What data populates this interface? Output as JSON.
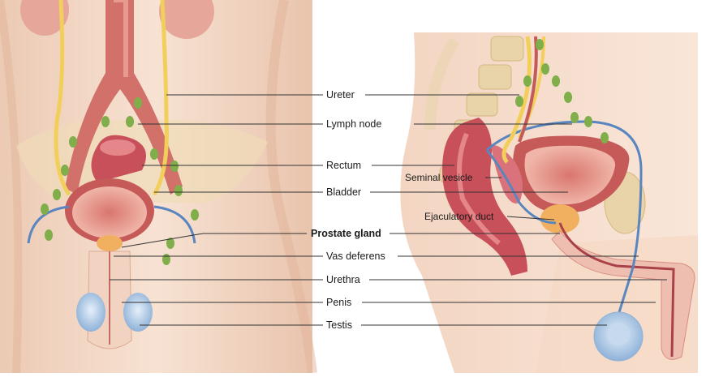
{
  "labels": {
    "ureter": "Ureter",
    "lymph_node": "Lymph node",
    "rectum": "Rectum",
    "bladder": "Bladder",
    "prostate_gland": "Prostate gland",
    "vas_deferens": "Vas deferens",
    "urethra": "Urethra",
    "penis": "Penis",
    "testis": "Testis",
    "seminal_vesicle": "Seminal vesicle",
    "ejaculatory_duct": "Ejaculatory duct"
  },
  "colors": {
    "skin": "#f6dccb",
    "skin_shadow": "#e8bfa6",
    "organ_red": "#c8505a",
    "organ_dark": "#9c3038",
    "bladder_pink": "#e89a8e",
    "ureter_yellow": "#f2cf5a",
    "vessel_blue": "#5a86c0",
    "lymph_green": "#7fae4a",
    "bone": "#e9d3a8",
    "prostate": "#f0b060",
    "testis_blue": "#a8c8e8",
    "leader_line": "#333333"
  }
}
